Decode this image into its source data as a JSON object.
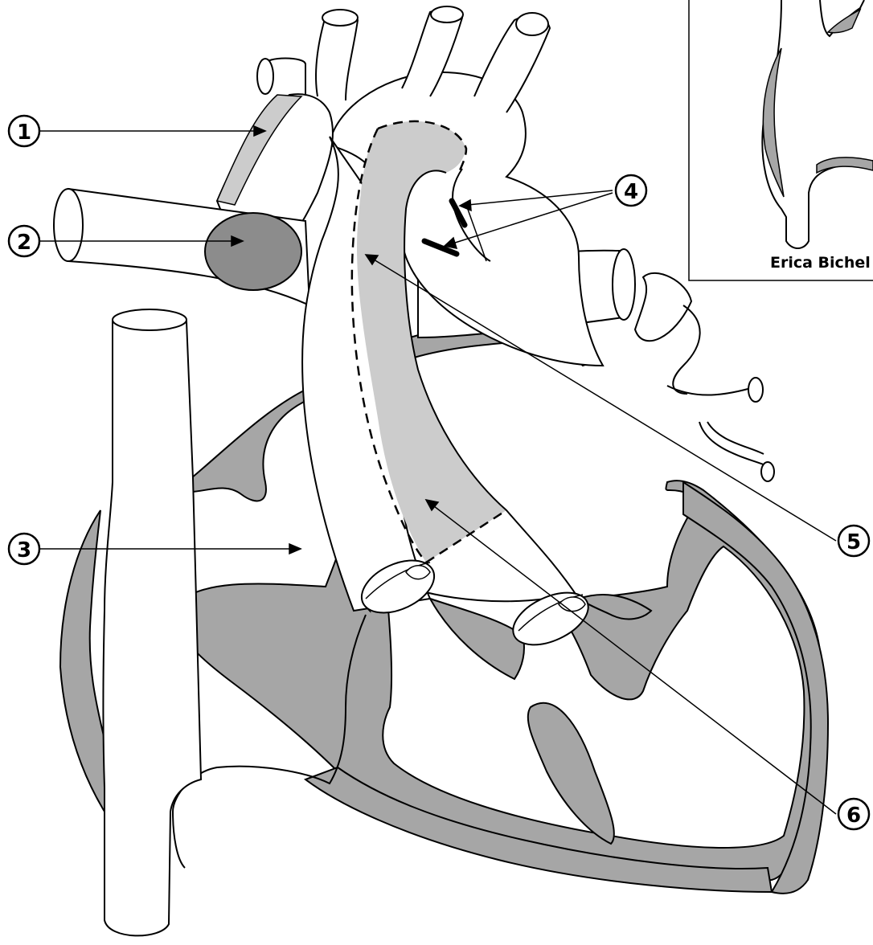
{
  "diagram": {
    "credit": "Erica Bichel -",
    "callouts": [
      {
        "id": 1,
        "label": "1"
      },
      {
        "id": 2,
        "label": "2"
      },
      {
        "id": 3,
        "label": "3"
      },
      {
        "id": 4,
        "label": "4"
      },
      {
        "id": 5,
        "label": "5"
      },
      {
        "id": 6,
        "label": "6"
      }
    ],
    "colors": {
      "wall": "#a6a6a6",
      "highlight": "#cccccc",
      "dark_mass": "#8c8c8c",
      "outline": "#000000",
      "background": "#ffffff"
    }
  }
}
